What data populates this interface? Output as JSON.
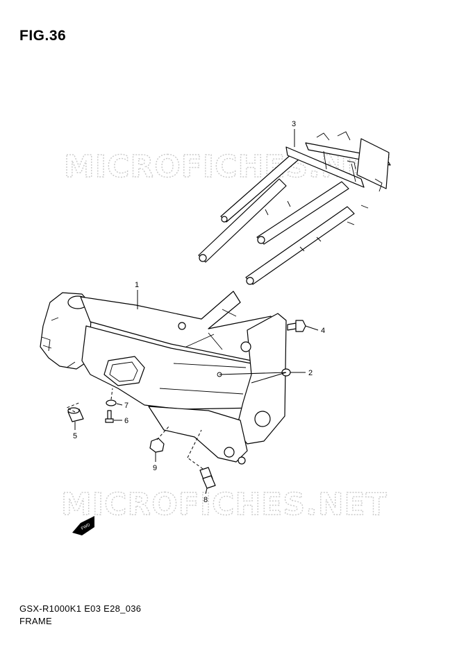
{
  "figure": {
    "title": "FIG.36"
  },
  "watermark": {
    "top": "MICROFICHES.NET",
    "bottom": "MICROFICHES.NET"
  },
  "callouts": [
    {
      "id": "c1",
      "label": "1"
    },
    {
      "id": "c2",
      "label": "2"
    },
    {
      "id": "c3",
      "label": "3"
    },
    {
      "id": "c4",
      "label": "4"
    },
    {
      "id": "c5",
      "label": "5"
    },
    {
      "id": "c6",
      "label": "6"
    },
    {
      "id": "c7",
      "label": "7"
    },
    {
      "id": "c8",
      "label": "8"
    },
    {
      "id": "c9",
      "label": "9"
    }
  ],
  "fwd_arrow": {
    "label": "FWD"
  },
  "footer": {
    "model_code": "GSX-R1000K1 E03 E28_036",
    "section_name": "FRAME"
  }
}
